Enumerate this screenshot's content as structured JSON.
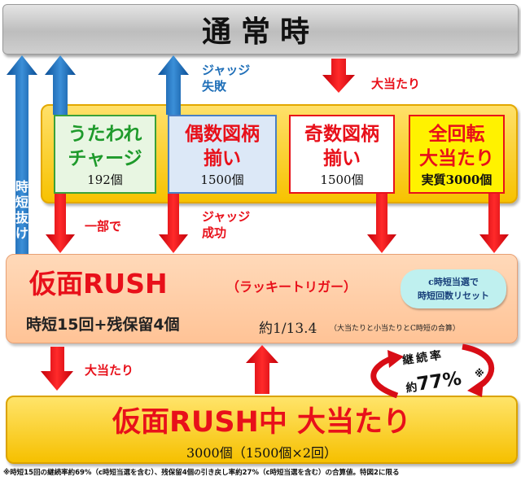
{
  "top_bar": {
    "label": "通常時"
  },
  "labels": {
    "judge_fail": [
      "ジャッジ",
      "失敗"
    ],
    "big_hit_top": "大当たり",
    "partial": "一部で",
    "judge_success": [
      "ジャッジ",
      "成功"
    ],
    "big_hit_bottom": "大当たり",
    "vertical": "時短抜け"
  },
  "boxes": [
    {
      "title": [
        "うたわれ",
        "チャージ"
      ],
      "value": "192個"
    },
    {
      "title": [
        "偶数図柄",
        "揃い"
      ],
      "value": "1500個"
    },
    {
      "title": [
        "奇数図柄",
        "揃い"
      ],
      "value": "1500個"
    },
    {
      "title": [
        "全回転",
        "大当たり"
      ],
      "value": "実質3000個"
    }
  ],
  "rush": {
    "title": "仮面RUSH",
    "subtitle": "（ラッキートリガー）",
    "detail": "時短15回+残保留4個",
    "probability": "約1/13.4",
    "probability_note": "（大当たりと小当たりとC時短の合算）",
    "reset_note": [
      "c時短当選で",
      "時短回数リセット"
    ]
  },
  "continuation": {
    "label": "継続率",
    "prefix": "約",
    "value": "77%",
    "mark": "※"
  },
  "bottom": {
    "title": "仮面RUSH中 大当たり",
    "value": "3000個（1500個×2回）"
  },
  "footnote": "※時短15回の継続率約69%（c時短当選を含む）、残保留4個の引き戻し率約27%（c時短当選を含む）の合算値。特図2に限る",
  "colors": {
    "red": "#e8101a",
    "blue": "#1f6fb8",
    "green": "#1e9a2b",
    "yellow": "#f7c200",
    "salmon": "#ffcda8",
    "teal": "#bff0ef"
  }
}
